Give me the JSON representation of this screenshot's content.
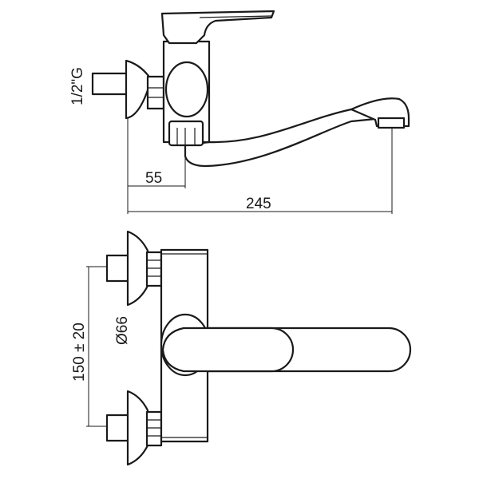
{
  "dimensions": {
    "thread": "1/2\"G",
    "offset": "55",
    "length": "245",
    "spacing": "150 ± 20",
    "diameter": "Ø66"
  }
}
